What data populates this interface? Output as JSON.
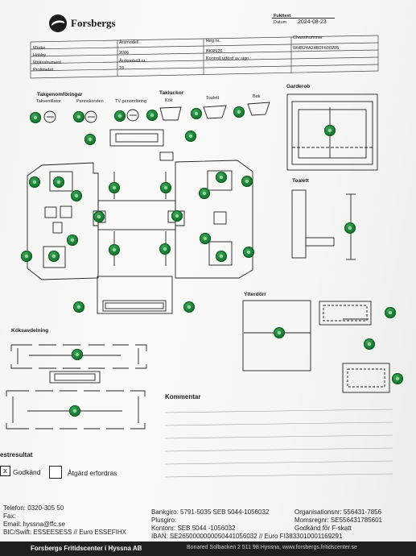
{
  "header": {
    "brand": "Forsbergs",
    "form_name": "Fukttest",
    "date_label": "Datum",
    "date_value": "2024-08-23"
  },
  "info_table": {
    "rows": [
      {
        "label": "",
        "c2": "Årsmodell",
        "c3": "Reg.nr.",
        "c4": "Chassinummer"
      },
      {
        "label": "Märke",
        "c2": "",
        "c3": "",
        "c4": ""
      },
      {
        "label": "Hobby",
        "c2": "2006",
        "c3": "BKR926",
        "c4": "WHB24A24B0F600205"
      },
      {
        "label": "Mätinstrument",
        "c2": "Årskontroll nr.",
        "c3": "Kontroll utförd av sign :",
        "c4": ""
      },
      {
        "label": "Protimeter",
        "c2": "19",
        "c3": "",
        "c4": ""
      }
    ]
  },
  "sections": {
    "takgenomforingar": "Takgenomföringar",
    "takventilator": "Takventilator",
    "pannskorsten": "Pannskorsten",
    "tv_genomforing": "TV genomföring",
    "takluckor": "Takluckor",
    "kok": "Kök",
    "toalett_top": "Toalett",
    "bak": "Bak",
    "garderob": "Garderob",
    "toalett": "Toalett",
    "ytterdorr": "Ytterdörr",
    "koksavdelning": "Köksavdelning",
    "kommentar": "Kommentar",
    "testresultat": "estresultat",
    "godkand": "Godkänd",
    "atgard": "Åtgärd erfordras",
    "godkand_mark": "x"
  },
  "footer": {
    "telefon": "Telefon: 0320-305 50",
    "fax": "Fax:",
    "email": "Email: hyssna@ffc.se",
    "bic": "BIC/Swift: ESSEESESS // Euro ESSEFIHX",
    "bankgiro": "Bankgiro: 5791-5035 SEB 5044-1056032",
    "plusgiro": "Plusgiro:",
    "kontonr": "Kontonr: SEB 5044 -1056032",
    "iban": "IBAN: SE2650000000050441056032 // Euro FI3833010001169291",
    "orgnr": "Organisationsnr: 556431-7856",
    "momsreg": "Momsregnr: SE556431785601",
    "fskatt": "Godkänd för F-skatt",
    "company_line": "Forsbergs Fritidscenter i Hyssna AB",
    "address_line": "Bonared Solbacken 2 511 98 Hyssna, www.forsbergs.fritidscenter.se"
  },
  "colors": {
    "measure_dot": "#1a7d34",
    "ink": "#1a1a1a"
  }
}
